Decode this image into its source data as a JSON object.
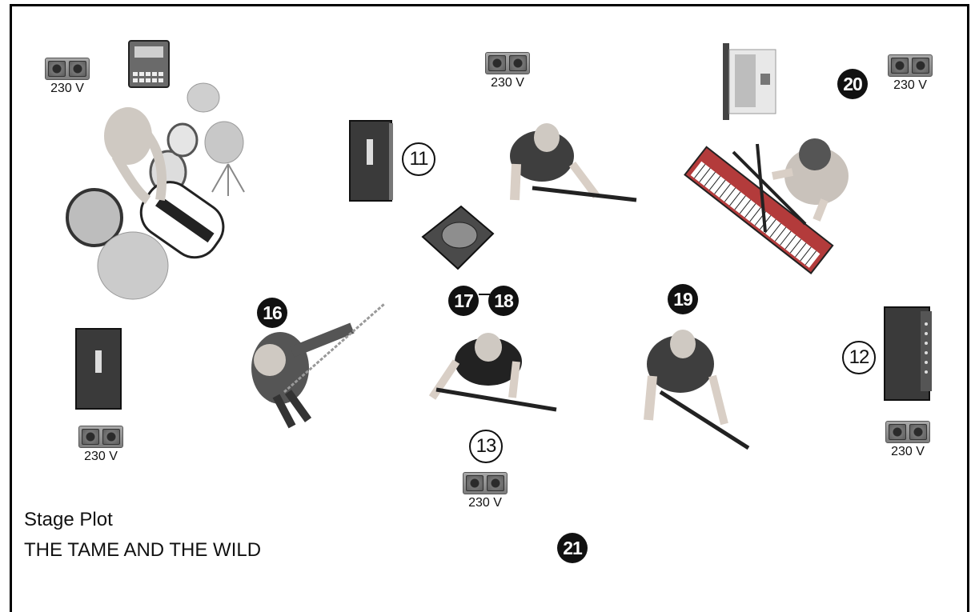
{
  "plot": {
    "title": "Stage Plot",
    "band": "THE TAME AND THE WILD"
  },
  "outlets": [
    {
      "label": "230 V"
    },
    {
      "label": "230 V"
    },
    {
      "label": "230 V"
    },
    {
      "label": "230 V"
    },
    {
      "label": "230 V"
    },
    {
      "label": "230 V"
    }
  ],
  "markers": {
    "m11": "11",
    "m12": "12",
    "m13": "13",
    "m16": "16",
    "m17": "17",
    "m18": "18",
    "m19": "19",
    "m20": "20",
    "m21": "21"
  },
  "colors": {
    "frame": "#000000",
    "marker_fill": "#111111",
    "amp": "#3a3a3a",
    "keyboard": "#b33b3b",
    "shirt": "#3e3e3e",
    "skin": "#d9cfc6"
  }
}
